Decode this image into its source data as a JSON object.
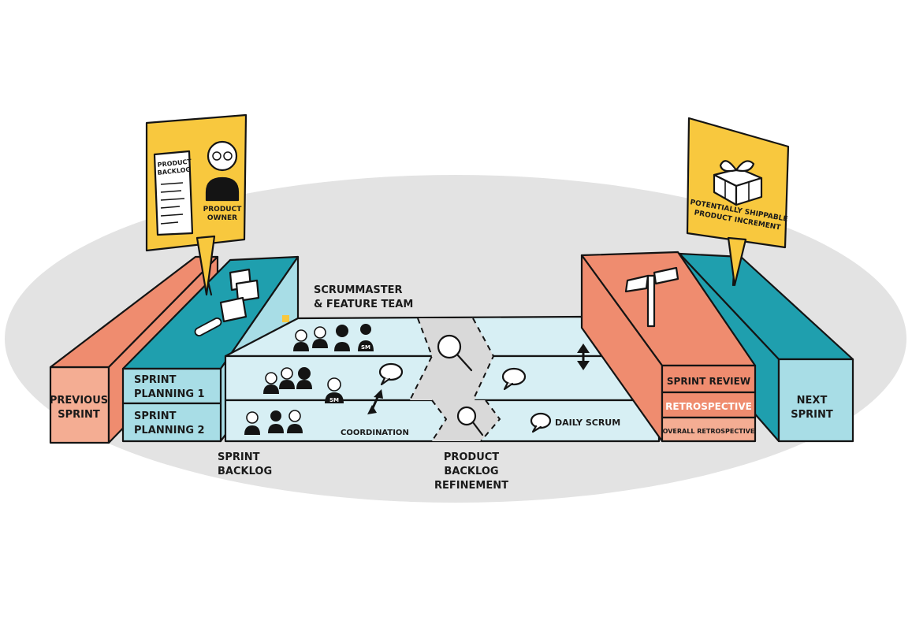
{
  "colors": {
    "background": "#ffffff",
    "ellipse": "#e3e3e3",
    "salmon": "#ef8c6f",
    "salmon_light": "#f4ad93",
    "teal": "#1f9fae",
    "teal_light": "#a8dde6",
    "lane_light": "#d7eff4",
    "lane_gray": "#d9d9d9",
    "yellow": "#f8c83e",
    "ink": "#141414"
  },
  "product_owner_sign": {
    "backlog_title_line1": "PRODUCT",
    "backlog_title_line2": "BACKLOG",
    "owner_label_line1": "PRODUCT",
    "owner_label_line2": "OWNER"
  },
  "increment_sign": {
    "label_line1": "POTENTIALLY SHIPPABLE",
    "label_line2": "PRODUCT INCREMENT"
  },
  "previous_sprint": {
    "line1": "PREVIOUS",
    "line2": "SPRINT"
  },
  "next_sprint": {
    "line1": "NEXT",
    "line2": "SPRINT"
  },
  "sprint_planning_1": {
    "line1": "SPRINT",
    "line2": "PLANNING 1"
  },
  "sprint_planning_2": {
    "line1": "SPRINT",
    "line2": "PLANNING 2"
  },
  "sprint_backlog": {
    "line1": "SPRINT",
    "line2": "BACKLOG"
  },
  "scrummaster": {
    "line1": "SCRUMMASTER",
    "line2": "& FEATURE TEAM"
  },
  "sm_badge": "SM",
  "coordination": "COORDINATION",
  "daily_scrum": "DAILY SCRUM",
  "product_backlog_refinement": {
    "line1": "PRODUCT",
    "line2": "BACKLOG",
    "line3": "REFINEMENT"
  },
  "sprint_review": "SPRINT REVIEW",
  "retrospective": "RETROSPECTIVE",
  "overall_retrospective": "OVERALL RETROSPECTIVE"
}
